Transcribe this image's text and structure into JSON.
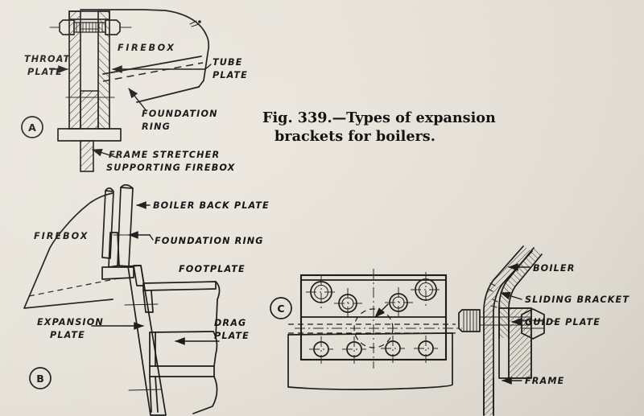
{
  "figure": {
    "caption_line1": "Fig. 339.—Types of expansion",
    "caption_line2": "brackets  for  boilers.",
    "caption_number": "339",
    "panel_markers": [
      "A",
      "B",
      "C"
    ],
    "ink_color": "#1b1b1b",
    "paper_color": "#e9e5dd"
  },
  "panel_a": {
    "marker": "A",
    "labels": {
      "throat_plate_l1": "THROAT",
      "throat_plate_l2": "PLATE",
      "firebox": "FIREBOX",
      "tube_plate_l1": "TUBE",
      "tube_plate_l2": "PLATE",
      "foundation_ring_l1": "FOUNDATION",
      "foundation_ring_l2": "RING",
      "frame_stretcher_l1": "FRAME STRETCHER",
      "frame_stretcher_l2": "SUPPORTING FIREBOX"
    }
  },
  "panel_b": {
    "marker": "B",
    "labels": {
      "boiler_back_plate": "BOILER BACK PLATE",
      "foundation_ring": "FOUNDATION RING",
      "footplate": "FOOTPLATE",
      "firebox": "FIREBOX",
      "expansion_plate_l1": "EXPANSION",
      "expansion_plate_l2": "PLATE",
      "drag_plate_l1": "DRAG",
      "drag_plate_l2": "PLATE"
    }
  },
  "panel_c": {
    "marker": "C",
    "labels": {
      "boiler": "BOILER",
      "sliding_bracket": "SLIDING BRACKET",
      "guide_plate": "GUIDE PLATE",
      "frame": "FRAME"
    },
    "plan_view": {
      "upper_rivet_row_count": 4,
      "mid_rivet_row_count": 2,
      "lower_rivet_row_count": 4
    }
  }
}
